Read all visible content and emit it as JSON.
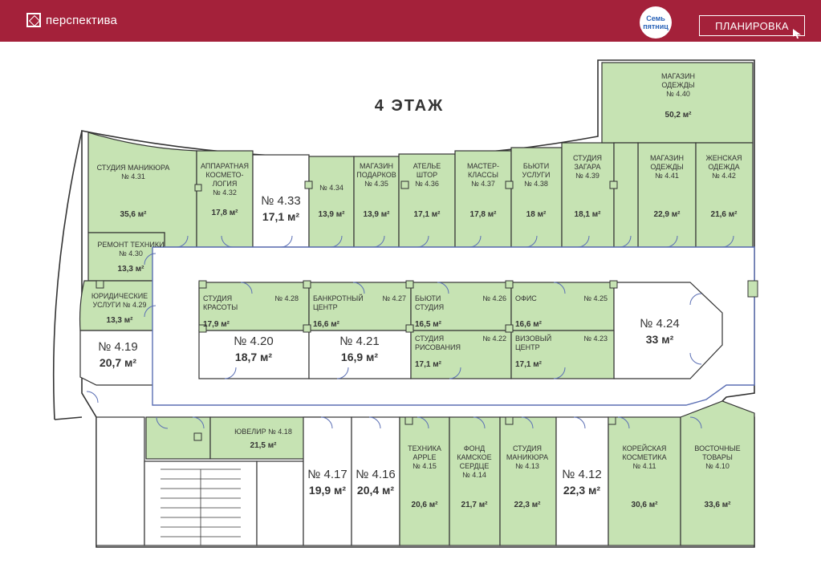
{
  "header": {
    "brand": "перспектива",
    "partner_logo_text": [
      "Семь",
      "пятниц"
    ],
    "plan_button": "ПЛАНИРОВКА"
  },
  "floor_title": "4 ЭТАЖ",
  "colors": {
    "header_bg": "#a4213a",
    "rented": "#c6e3b3",
    "free": "#ffffff",
    "walls": "#333333",
    "corridor_outline": "#5b6fb4"
  },
  "units": [
    {
      "id": "4.31",
      "lines": [
        "СТУДИЯ МАНИКЮРА",
        "№ 4.31"
      ],
      "area": "35,6 м²",
      "status": "rented"
    },
    {
      "id": "4.32",
      "lines": [
        "АППАРАТНАЯ",
        "КОСМЕТО-",
        "ЛОГИЯ",
        "№ 4.32"
      ],
      "area": "17,8 м²",
      "status": "rented"
    },
    {
      "id": "4.33",
      "lines": [
        "№ 4.33"
      ],
      "area": "17,1 м²",
      "status": "free"
    },
    {
      "id": "4.34",
      "lines": [
        "№ 4.34"
      ],
      "area": "13,9 м²",
      "status": "rented"
    },
    {
      "id": "4.35",
      "lines": [
        "МАГАЗИН",
        "ПОДАРКОВ",
        "№ 4.35"
      ],
      "area": "13,9 м²",
      "status": "rented"
    },
    {
      "id": "4.36",
      "lines": [
        "АТЕЛЬЕ",
        "ШТОР",
        "№ 4.36"
      ],
      "area": "17,1 м²",
      "status": "rented"
    },
    {
      "id": "4.37",
      "lines": [
        "МАСТЕР-",
        "КЛАССЫ",
        "№ 4.37"
      ],
      "area": "17,8 м²",
      "status": "rented"
    },
    {
      "id": "4.38",
      "lines": [
        "БЬЮТИ",
        "УСЛУГИ",
        "№ 4.38"
      ],
      "area": "18 м²",
      "status": "rented"
    },
    {
      "id": "4.39",
      "lines": [
        "СТУДИЯ",
        "ЗАГАРА",
        "№ 4.39"
      ],
      "area": "18,1 м²",
      "status": "rented"
    },
    {
      "id": "4.40",
      "lines": [
        "МАГАЗИН",
        "ОДЕЖДЫ",
        "№ 4.40"
      ],
      "area": "50,2 м²",
      "status": "rented"
    },
    {
      "id": "4.41",
      "lines": [
        "МАГАЗИН",
        "ОДЕЖДЫ",
        "№ 4.41"
      ],
      "area": "22,9 м²",
      "status": "rented"
    },
    {
      "id": "4.42",
      "lines": [
        "ЖЕНСКАЯ",
        "ОДЕЖДА",
        "№ 4.42"
      ],
      "area": "21,6 м²",
      "status": "rented"
    },
    {
      "id": "4.30",
      "lines": [
        "РЕМОНТ ТЕХНИКИ",
        "№ 4.30"
      ],
      "area": "13,3 м²",
      "status": "rented"
    },
    {
      "id": "4.29",
      "lines": [
        "ЮРИДИЧЕСКИЕ",
        "УСЛУГИ № 4.29"
      ],
      "area": "13,3 м²",
      "status": "rented"
    },
    {
      "id": "4.19",
      "lines": [
        "№ 4.19"
      ],
      "area": "20,7 м²",
      "status": "free"
    },
    {
      "id": "4.28",
      "lines": [
        "СТУДИЯ",
        "КРАСОТЫ"
      ],
      "num": "№ 4.28",
      "area": "17,9 м²",
      "status": "rented"
    },
    {
      "id": "4.27",
      "lines": [
        "БАНКРОТНЫЙ",
        "ЦЕНТР"
      ],
      "num": "№ 4.27",
      "area": "16,6 м²",
      "status": "rented"
    },
    {
      "id": "4.26",
      "lines": [
        "БЬЮТИ",
        "СТУДИЯ"
      ],
      "num": "№ 4.26",
      "area": "16,5 м²",
      "status": "rented"
    },
    {
      "id": "4.25",
      "lines": [
        "ОФИС"
      ],
      "num": "№ 4.25",
      "area": "16,6 м²",
      "status": "rented"
    },
    {
      "id": "4.24",
      "lines": [
        "№ 4.24"
      ],
      "area": "33 м²",
      "status": "free"
    },
    {
      "id": "4.20",
      "lines": [
        "№ 4.20"
      ],
      "area": "18,7 м²",
      "status": "free"
    },
    {
      "id": "4.21",
      "lines": [
        "№ 4.21"
      ],
      "area": "16,9 м²",
      "status": "free"
    },
    {
      "id": "4.22",
      "lines": [
        "СТУДИЯ",
        "РИСОВАНИЯ"
      ],
      "num": "№ 4.22",
      "area": "17,1 м²",
      "status": "rented"
    },
    {
      "id": "4.23",
      "lines": [
        "ВИЗОВЫЙ",
        "ЦЕНТР"
      ],
      "num": "№ 4.23",
      "area": "17,1 м²",
      "status": "rented"
    },
    {
      "id": "4.18",
      "lines": [
        "ЮВЕЛИР № 4.18"
      ],
      "area": "21,5 м²",
      "status": "rented"
    },
    {
      "id": "4.17",
      "lines": [
        "№ 4.17"
      ],
      "area": "19,9 м²",
      "status": "free"
    },
    {
      "id": "4.16",
      "lines": [
        "№ 4.16"
      ],
      "area": "20,4 м²",
      "status": "free"
    },
    {
      "id": "4.15",
      "lines": [
        "ТЕХНИКА",
        "APPLE",
        "№ 4.15"
      ],
      "area": "20,6 м²",
      "status": "rented"
    },
    {
      "id": "4.14",
      "lines": [
        "ФОНД",
        "КАМСКОЕ",
        "СЕРДЦЕ",
        "№ 4.14"
      ],
      "area": "21,7 м²",
      "status": "rented"
    },
    {
      "id": "4.13",
      "lines": [
        "СТУДИЯ",
        "МАНИКЮРА",
        "№ 4.13"
      ],
      "area": "22,3 м²",
      "status": "rented"
    },
    {
      "id": "4.12",
      "lines": [
        "№ 4.12"
      ],
      "area": "22,3 м²",
      "status": "free"
    },
    {
      "id": "4.11",
      "lines": [
        "КОРЕЙСКАЯ",
        "КОСМЕТИКА",
        "№ 4.11"
      ],
      "area": "30,6 м²",
      "status": "rented"
    },
    {
      "id": "4.10",
      "lines": [
        "ВОСТОЧНЫЕ",
        "ТОВАРЫ",
        "№ 4.10"
      ],
      "area": "33,6 м²",
      "status": "rented"
    }
  ]
}
